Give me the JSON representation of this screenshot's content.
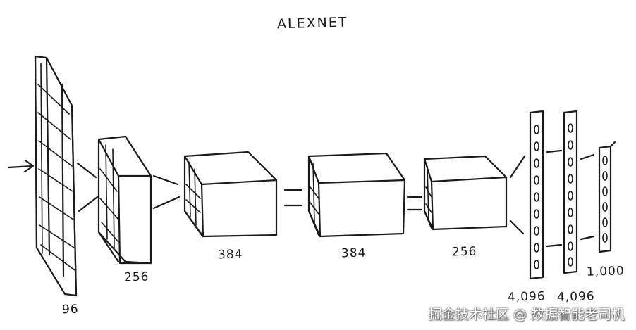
{
  "title": "ALEXNET",
  "layers": {
    "conv1": "96",
    "conv2": "256",
    "conv3": "384",
    "conv4": "384",
    "conv5": "256",
    "fc1": "4,096",
    "fc2": "4,096",
    "fc3": "1,000"
  },
  "watermark": "掘金技术社区 @ 数据智能老司机",
  "colors": {
    "ink": "#1a1a1a",
    "background": "#ffffff"
  }
}
